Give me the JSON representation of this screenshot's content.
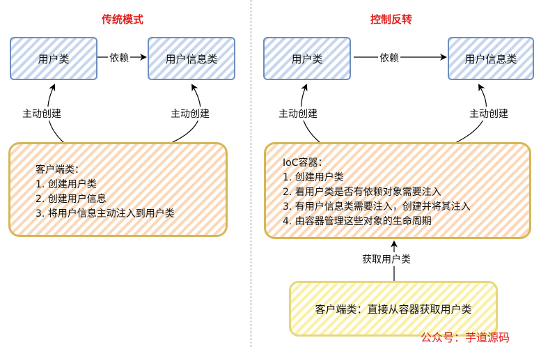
{
  "left": {
    "title": "传统模式",
    "user_class": "用户类",
    "user_info_class": "用户信息类",
    "depends_label": "依赖",
    "create_label_left": "主动创建",
    "create_label_right": "主动创建",
    "client": {
      "heading": "客户端类：",
      "lines": [
        "1. 创建用户类",
        "2. 创建用户信息",
        "3. 将用户信息主动注入到用户类"
      ]
    }
  },
  "right": {
    "title": "控制反转",
    "user_class": "用户类",
    "user_info_class": "用户信息类",
    "depends_label": "依赖",
    "create_label_left": "主动创建",
    "create_label_right": "主动创建",
    "container": {
      "heading": "IoC容器：",
      "lines": [
        "1. 创建用户类",
        "2. 看用户类是否有依赖对象需要注入",
        "3. 有用户信息类需要注入，创建并将其注入",
        "4. 由容器管理这些对象的生命周期"
      ]
    },
    "get_label": "获取用户类",
    "client_text": "客户端类：直接从容器获取用户类"
  },
  "watermark": "公众号：芋道源码",
  "colors": {
    "title_red": "#e02020",
    "blue_border": "#6c8ebf",
    "orange_border": "#d6b656",
    "yellow_border": "#e6d77a"
  }
}
